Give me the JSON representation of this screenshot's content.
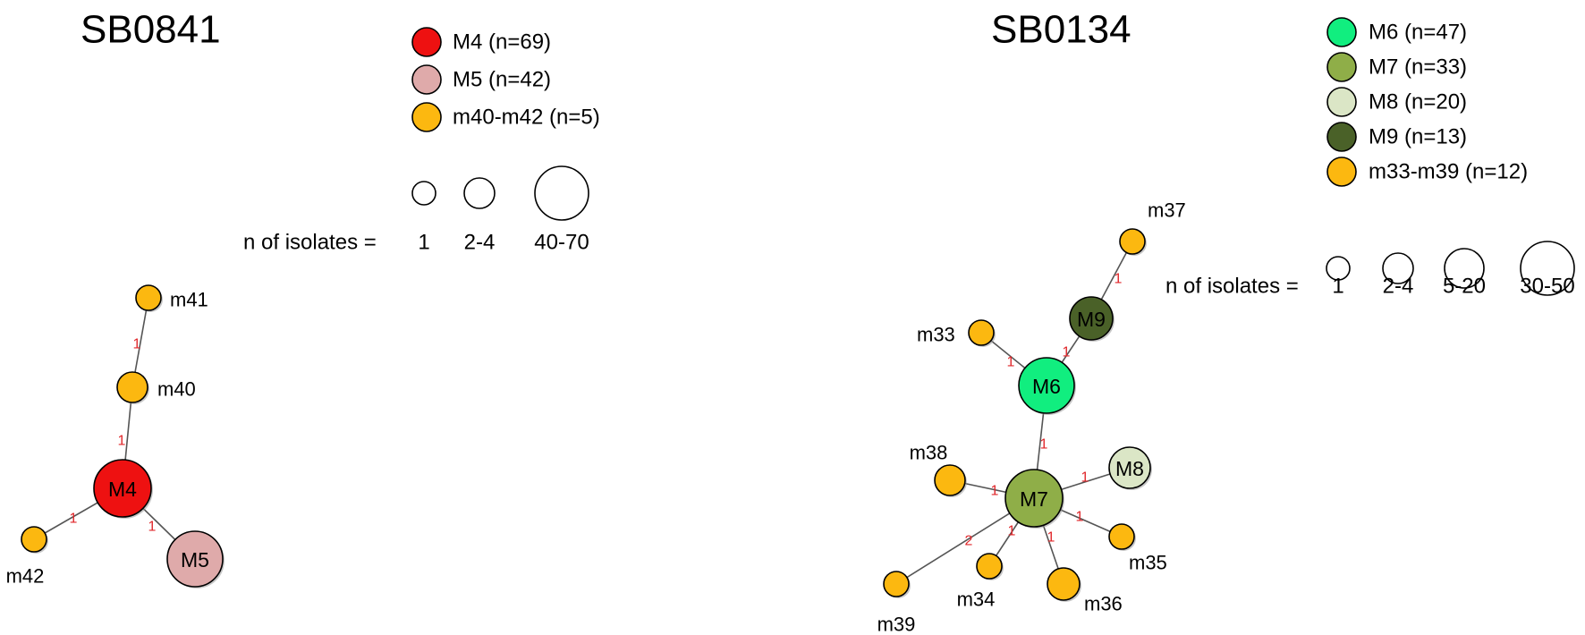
{
  "panels": [
    {
      "id": "sb0841",
      "title": "SB0841",
      "legend": [
        {
          "label": "M4 (n=69)",
          "color": "#ee1111"
        },
        {
          "label": "M5 (n=42)",
          "color": "#dfaaaa"
        },
        {
          "label": "m40-m42 (n=5)",
          "color": "#fcb810"
        }
      ],
      "size_legend": {
        "prefix": "n of isolates =",
        "items": [
          "1",
          "2-4",
          "40-70"
        ]
      },
      "nodes": [
        {
          "id": "M4",
          "label": "M4",
          "color": "#ee1111",
          "inside": true
        },
        {
          "id": "M5",
          "label": "M5",
          "color": "#dfaaaa",
          "inside": true
        },
        {
          "id": "m40",
          "label": "m40",
          "color": "#fcb810",
          "inside": false
        },
        {
          "id": "m41",
          "label": "m41",
          "color": "#fcb810",
          "inside": false
        },
        {
          "id": "m42",
          "label": "m42",
          "color": "#fcb810",
          "inside": false
        }
      ],
      "edges": [
        {
          "from": "m41",
          "to": "m40",
          "label": "1"
        },
        {
          "from": "m40",
          "to": "M4",
          "label": "1"
        },
        {
          "from": "M4",
          "to": "m42",
          "label": "1"
        },
        {
          "from": "M4",
          "to": "M5",
          "label": "1"
        }
      ]
    },
    {
      "id": "sb0134",
      "title": "SB0134",
      "legend": [
        {
          "label": "M6 (n=47)",
          "color": "#11ee7f"
        },
        {
          "label": "M7 (n=33)",
          "color": "#8fae48"
        },
        {
          "label": "M8 (n=20)",
          "color": "#dbe6c6"
        },
        {
          "label": "M9 (n=13)",
          "color": "#4a6128"
        },
        {
          "label": "m33-m39 (n=12)",
          "color": "#fcb810"
        }
      ],
      "size_legend": {
        "prefix": "n of isolates =",
        "items": [
          "1",
          "2-4",
          "5-20",
          "30-50"
        ]
      },
      "nodes": [
        {
          "id": "M6",
          "label": "M6",
          "color": "#11ee7f",
          "inside": true
        },
        {
          "id": "M7",
          "label": "M7",
          "color": "#8fae48",
          "inside": true
        },
        {
          "id": "M8",
          "label": "M8",
          "color": "#dbe6c6",
          "inside": true
        },
        {
          "id": "M9",
          "label": "M9",
          "color": "#4a6128",
          "inside": true
        },
        {
          "id": "m33",
          "label": "m33",
          "color": "#fcb810",
          "inside": false
        },
        {
          "id": "m34",
          "label": "m34",
          "color": "#fcb810",
          "inside": false
        },
        {
          "id": "m35",
          "label": "m35",
          "color": "#fcb810",
          "inside": false
        },
        {
          "id": "m36",
          "label": "m36",
          "color": "#fcb810",
          "inside": false
        },
        {
          "id": "m37",
          "label": "m37",
          "color": "#fcb810",
          "inside": false
        },
        {
          "id": "m38",
          "label": "m38",
          "color": "#fcb810",
          "inside": false
        },
        {
          "id": "m39",
          "label": "m39",
          "color": "#fcb810",
          "inside": false
        }
      ],
      "edges": [
        {
          "from": "m37",
          "to": "M9",
          "label": "1"
        },
        {
          "from": "M9",
          "to": "M6",
          "label": "1"
        },
        {
          "from": "m33",
          "to": "M6",
          "label": "1"
        },
        {
          "from": "M6",
          "to": "M7",
          "label": "1"
        },
        {
          "from": "m38",
          "to": "M7",
          "label": "1"
        },
        {
          "from": "M8",
          "to": "M7",
          "label": "1"
        },
        {
          "from": "M7",
          "to": "m35",
          "label": "1"
        },
        {
          "from": "M7",
          "to": "m36",
          "label": "1"
        },
        {
          "from": "M7",
          "to": "m34",
          "label": "1"
        },
        {
          "from": "M7",
          "to": "m39",
          "label": "2"
        }
      ]
    }
  ]
}
